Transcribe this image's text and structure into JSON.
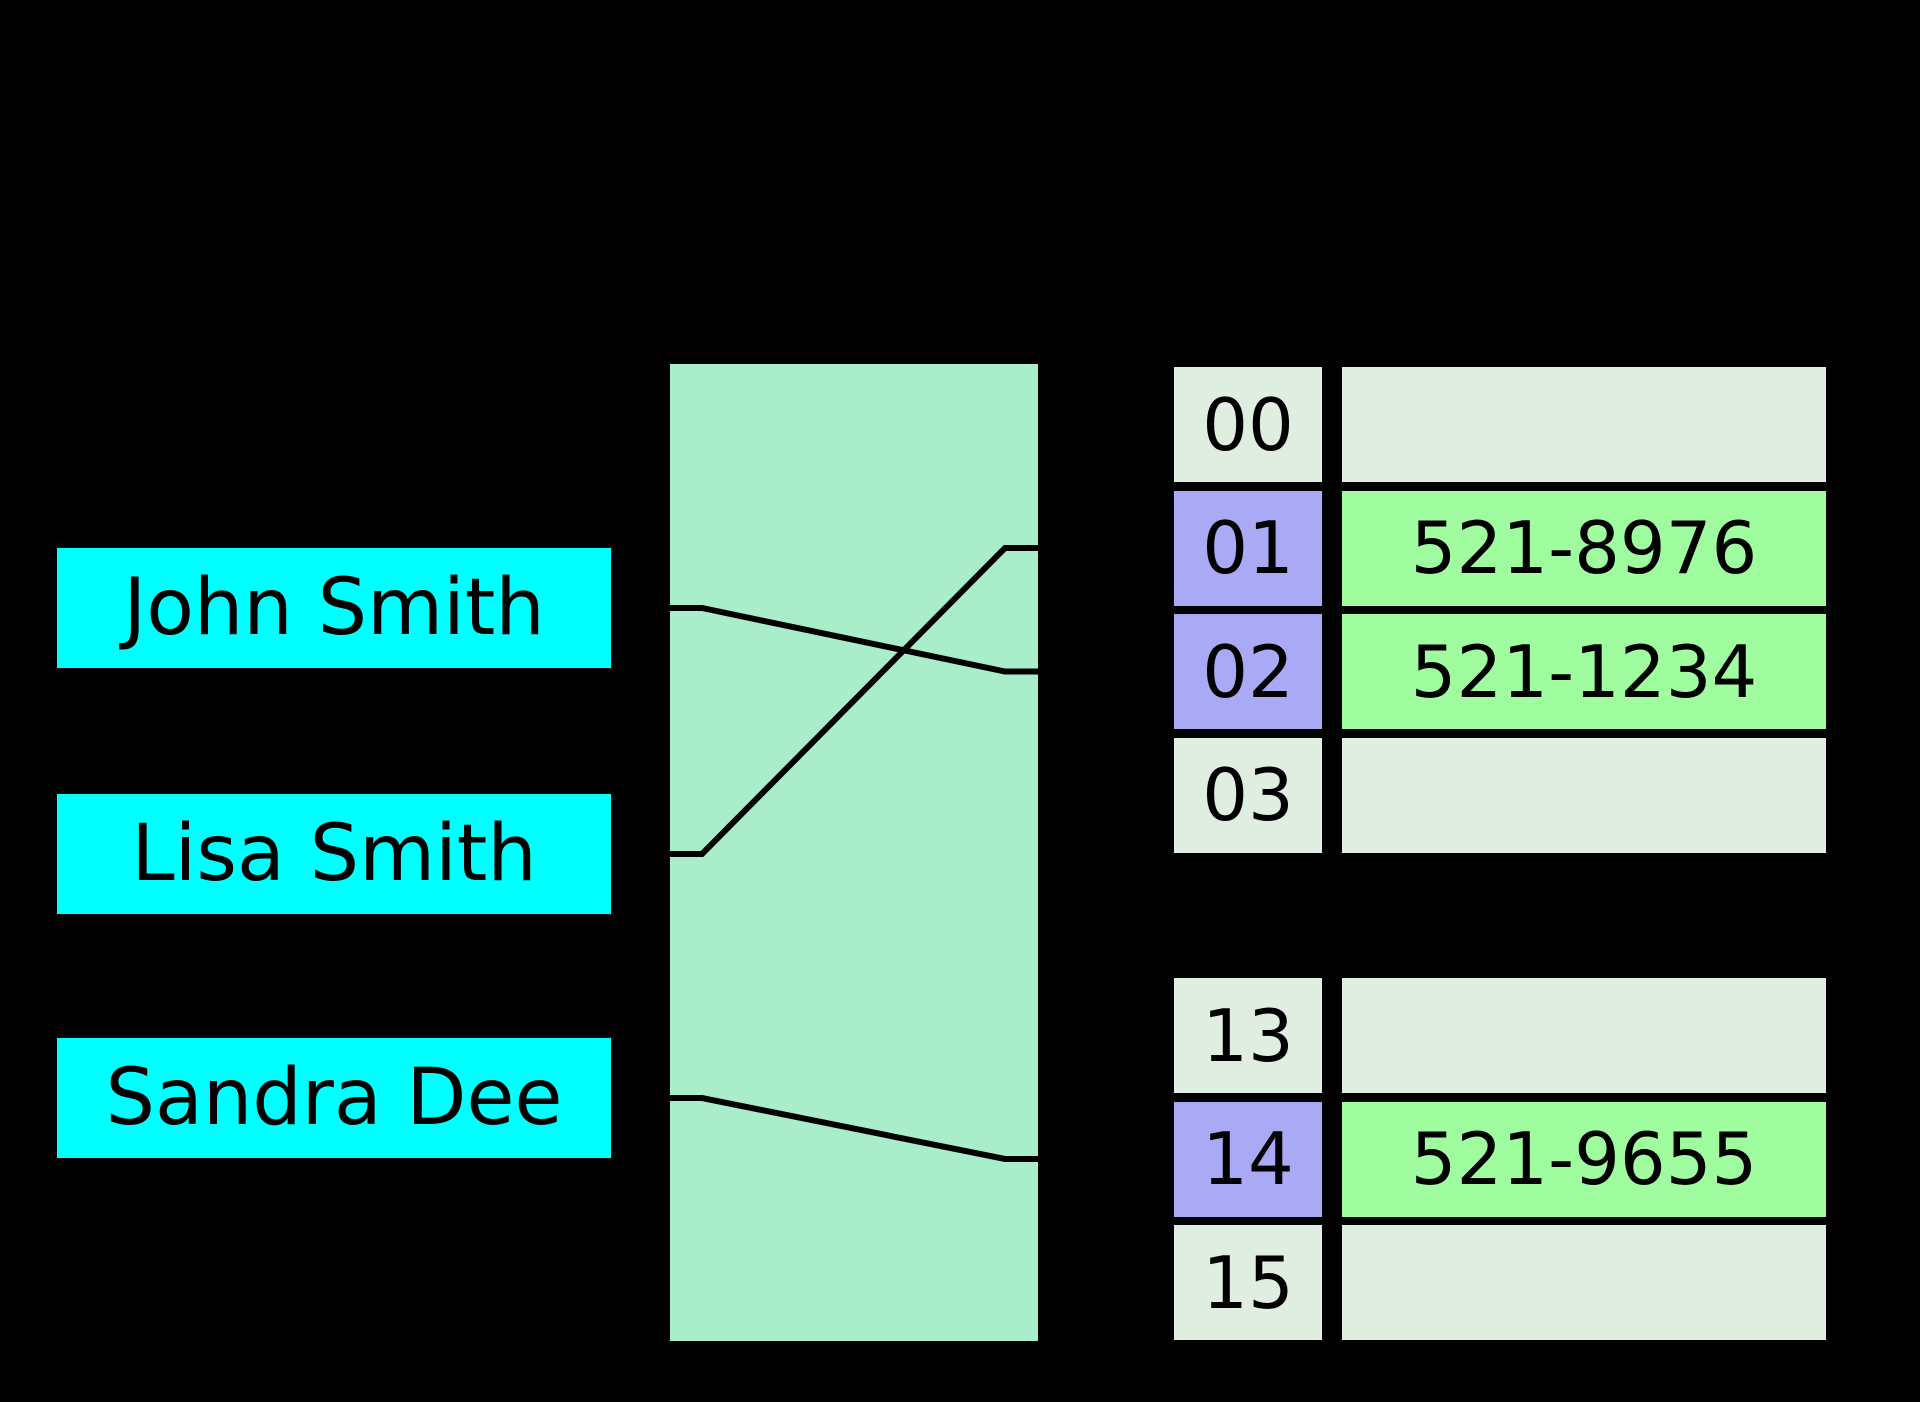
{
  "colors": {
    "background": "#000000",
    "key_fill": "#00FFFF",
    "hash_box_fill": "#AAEDCB",
    "empty_cell_fill": "#DFEEE0",
    "filled_index_fill": "#A9A9F5",
    "filled_value_fill": "#9FFC9F",
    "line": "#000000",
    "text": "#000000"
  },
  "keys": [
    {
      "label": "John Smith",
      "bucket": "02"
    },
    {
      "label": "Lisa Smith",
      "bucket": "01"
    },
    {
      "label": "Sandra Dee",
      "bucket": "14"
    }
  ],
  "buckets": {
    "top_group": [
      {
        "index": "00",
        "value": "",
        "filled": false
      },
      {
        "index": "01",
        "value": "521-8976",
        "filled": true
      },
      {
        "index": "02",
        "value": "521-1234",
        "filled": true
      },
      {
        "index": "03",
        "value": "",
        "filled": false
      }
    ],
    "bottom_group": [
      {
        "index": "13",
        "value": "",
        "filled": false
      },
      {
        "index": "14",
        "value": "521-9655",
        "filled": true
      },
      {
        "index": "15",
        "value": "",
        "filled": false
      }
    ]
  }
}
